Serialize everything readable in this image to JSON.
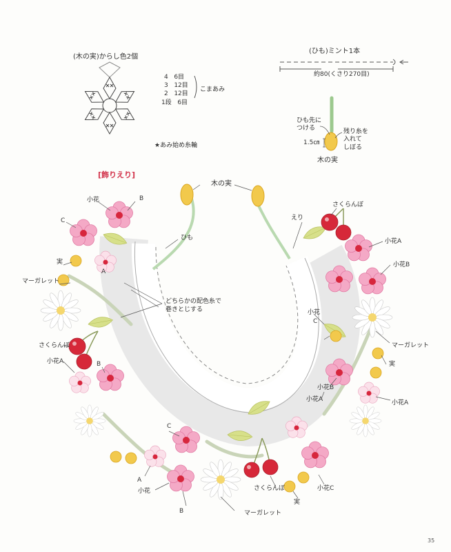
{
  "nut": {
    "title": "(木の実)からし色2個",
    "rows": [
      {
        "row": "4",
        "count": "6目"
      },
      {
        "row": "3",
        "count": "12目"
      },
      {
        "row": "2",
        "count": "12目"
      },
      {
        "row": "1段",
        "count": "6目"
      }
    ],
    "komaami": "こまあみ",
    "note": "★あみ始め糸輪"
  },
  "cord": {
    "title": "(ひも)ミント1本",
    "length": "約80(くさり270目)",
    "tip_note": "ひも先に\nつける",
    "size": "1.5㎝",
    "pull_note": "残り糸を\n入れて\nしぼる",
    "nut_label": "木の実"
  },
  "collar": {
    "section_title": "[飾りえり]",
    "labels": {
      "kinomi": "木の実",
      "himo": "ひも",
      "eri": "えり",
      "wrap_note": "どちらかの配色糸で\n巻きとじする",
      "kobana": "小花",
      "kobana_a": "小花A",
      "kobana_b": "小花B",
      "kobana_c": "小花C",
      "a": "A",
      "b": "B",
      "c": "C",
      "mi": "実",
      "margaret": "マーガレット",
      "sakuranbo": "さくらんぼ"
    }
  },
  "page_number": "35",
  "colors": {
    "flower_pink": "#f4a9c6",
    "flower_center": "#d7263d",
    "cherry": "#d62839",
    "leaf": "#d7e08a",
    "yellow": "#f2c94c",
    "cord": "#b9d9b0",
    "title_red": "#d2324a"
  }
}
